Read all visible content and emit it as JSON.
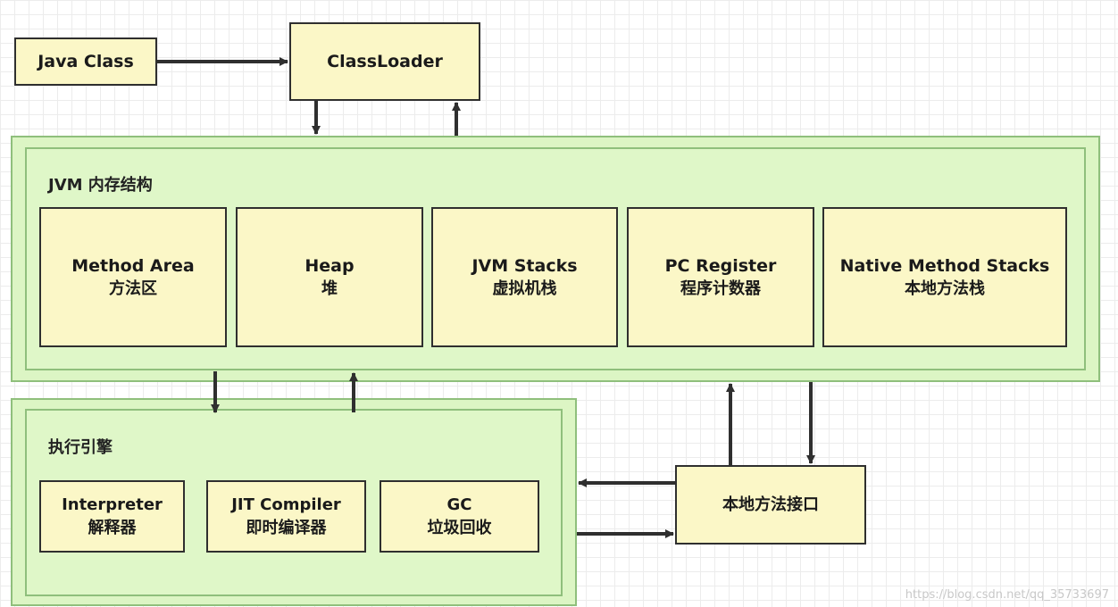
{
  "java_class": "Java Class",
  "classloader": "ClassLoader",
  "jvm": {
    "title": "JVM 内存结构",
    "areas": [
      {
        "en": "Method Area",
        "zh": "方法区"
      },
      {
        "en": "Heap",
        "zh": "堆"
      },
      {
        "en": "JVM Stacks",
        "zh": "虚拟机栈"
      },
      {
        "en": "PC Register",
        "zh": "程序计数器"
      },
      {
        "en": "Native Method Stacks",
        "zh": "本地方法栈"
      }
    ]
  },
  "engine": {
    "title": "执行引擎",
    "parts": [
      {
        "en": "Interpreter",
        "zh": "解释器"
      },
      {
        "en": "JIT Compiler",
        "zh": "即时编译器"
      },
      {
        "en": "GC",
        "zh": "垃圾回收"
      }
    ]
  },
  "native_interface": "本地方法接口",
  "watermark": "https://blog.csdn.net/qq_35733697",
  "colors": {
    "box_fill": "#fbf7c7",
    "region_fill": "#dcf5c4",
    "region_border": "#8fbf7c",
    "line": "#2f2f2f"
  }
}
